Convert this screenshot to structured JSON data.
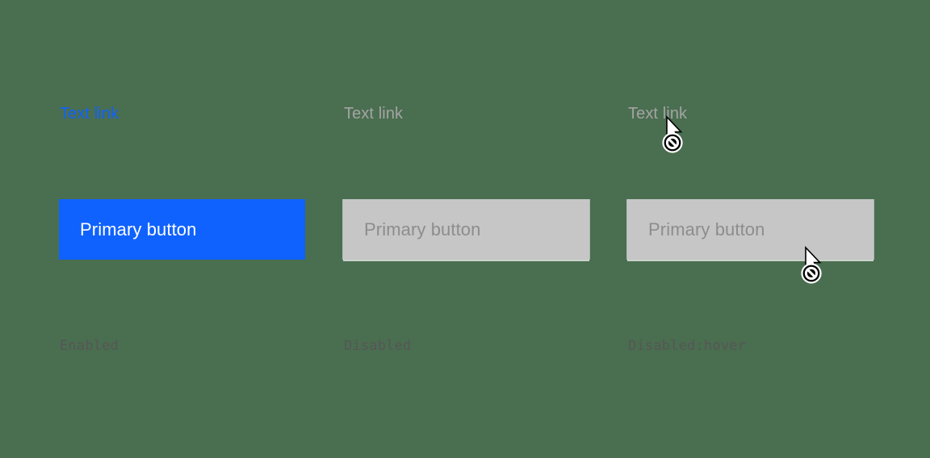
{
  "page": {
    "background_color": "#4a6e50"
  },
  "labels": {
    "color": "#565656"
  },
  "columns": [
    {
      "state_label": "Enabled",
      "text_link": {
        "label": "Text link",
        "color": "#0f62fe"
      },
      "button": {
        "label": "Primary button",
        "bg": "#0f62fe",
        "text_color": "#ffffff"
      }
    },
    {
      "state_label": "Disabled",
      "text_link": {
        "label": "Text link",
        "color": "#a4a4a4"
      },
      "button": {
        "label": "Primary button",
        "bg": "#c6c6c6",
        "text_color": "#8d8d8d"
      }
    },
    {
      "state_label": "Disabled:hover",
      "text_link": {
        "label": "Text link",
        "color": "#a4a4a4"
      },
      "button": {
        "label": "Primary button",
        "bg": "#c6c6c6",
        "text_color": "#8d8d8d"
      }
    }
  ],
  "cursor": {
    "icon": "not-allowed-cursor",
    "arrow_fill": "#ffffff",
    "arrow_stroke": "#000000",
    "sign_fill": "#000000",
    "sign_stroke": "#ffffff"
  }
}
